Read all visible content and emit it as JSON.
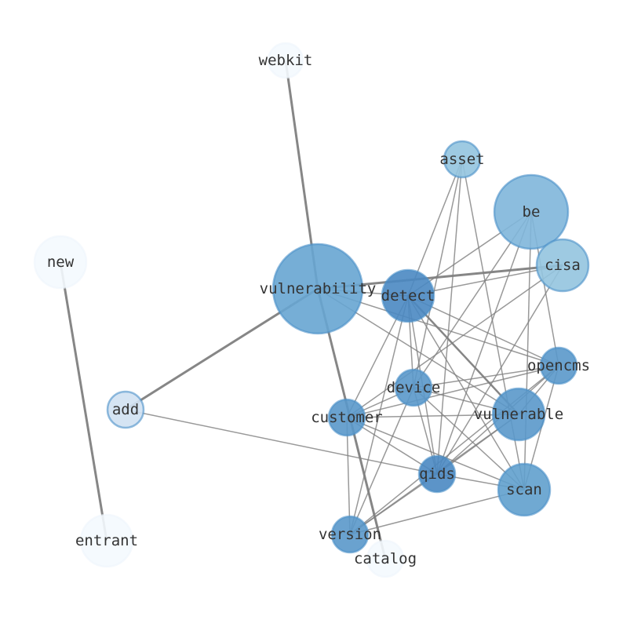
{
  "graph": {
    "type": "network",
    "nodes": [
      {
        "id": "webkit",
        "label": "webkit",
        "color": "#f4f9fe"
      },
      {
        "id": "asset",
        "label": "asset",
        "color": "#94c4df"
      },
      {
        "id": "be",
        "label": "be",
        "color": "#7fb6da"
      },
      {
        "id": "cisa",
        "label": "cisa",
        "color": "#94c4df"
      },
      {
        "id": "new",
        "label": "new",
        "color": "#f4f9fe"
      },
      {
        "id": "vulnerability",
        "label": "vulnerability",
        "color": "#67a5d2"
      },
      {
        "id": "detect",
        "label": "detect",
        "color": "#4a88c2"
      },
      {
        "id": "opencms",
        "label": "opencms",
        "color": "#5a98ca"
      },
      {
        "id": "device",
        "label": "device",
        "color": "#5a98ca"
      },
      {
        "id": "add",
        "label": "add",
        "color": "#d0e1f2"
      },
      {
        "id": "customer",
        "label": "customer",
        "color": "#5a98ca"
      },
      {
        "id": "vulnerable",
        "label": "vulnerable",
        "color": "#5a98ca"
      },
      {
        "id": "qids",
        "label": "qids",
        "color": "#4a88c2"
      },
      {
        "id": "scan",
        "label": "scan",
        "color": "#60a0cd"
      },
      {
        "id": "version",
        "label": "version",
        "color": "#5a98ca"
      },
      {
        "id": "entrant",
        "label": "entrant",
        "color": "#f4f9fe"
      },
      {
        "id": "catalog",
        "label": "catalog",
        "color": "#f4f9fe"
      }
    ],
    "edges": [
      [
        "webkit",
        "vulnerability",
        3
      ],
      [
        "vulnerability",
        "catalog",
        3
      ],
      [
        "new",
        "entrant",
        3
      ],
      [
        "add",
        "vulnerability",
        3
      ],
      [
        "vulnerability",
        "cisa",
        3
      ],
      [
        "detect",
        "vulnerable",
        2.5
      ],
      [
        "add",
        "qids",
        1.5
      ],
      [
        "vulnerability",
        "detect",
        1.5
      ],
      [
        "vulnerability",
        "opencms",
        1.5
      ],
      [
        "vulnerability",
        "vulnerable",
        1.5
      ],
      [
        "asset",
        "detect",
        1.5
      ],
      [
        "asset",
        "device",
        1.5
      ],
      [
        "asset",
        "qids",
        1.5
      ],
      [
        "asset",
        "scan",
        1.5
      ],
      [
        "be",
        "detect",
        1.5
      ],
      [
        "be",
        "device",
        1.5
      ],
      [
        "be",
        "qids",
        1.5
      ],
      [
        "be",
        "scan",
        1.5
      ],
      [
        "be",
        "opencms",
        1.5
      ],
      [
        "cisa",
        "detect",
        1.5
      ],
      [
        "cisa",
        "customer",
        1.5
      ],
      [
        "cisa",
        "qids",
        1.5
      ],
      [
        "detect",
        "device",
        1.5
      ],
      [
        "detect",
        "customer",
        1.5
      ],
      [
        "detect",
        "qids",
        1.5
      ],
      [
        "detect",
        "scan",
        1.5
      ],
      [
        "detect",
        "opencms",
        1.5
      ],
      [
        "detect",
        "version",
        1.5
      ],
      [
        "device",
        "customer",
        1.5
      ],
      [
        "device",
        "qids",
        1.5
      ],
      [
        "device",
        "scan",
        1.5
      ],
      [
        "device",
        "vulnerable",
        1.5
      ],
      [
        "device",
        "opencms",
        1.5
      ],
      [
        "device",
        "version",
        1.5
      ],
      [
        "customer",
        "vulnerable",
        1.5
      ],
      [
        "customer",
        "opencms",
        1.5
      ],
      [
        "customer",
        "qids",
        1.5
      ],
      [
        "customer",
        "scan",
        1.5
      ],
      [
        "customer",
        "version",
        1.5
      ],
      [
        "opencms",
        "qids",
        1.5
      ],
      [
        "opencms",
        "version",
        1.5
      ],
      [
        "opencms",
        "scan",
        1.5
      ],
      [
        "opencms",
        "vulnerable",
        1.5
      ],
      [
        "vulnerable",
        "qids",
        1.5
      ],
      [
        "vulnerable",
        "version",
        1.5
      ],
      [
        "qids",
        "scan",
        1.5
      ],
      [
        "qids",
        "version",
        1.5
      ],
      [
        "scan",
        "version",
        1.5
      ]
    ],
    "edge_color": "#808080"
  }
}
